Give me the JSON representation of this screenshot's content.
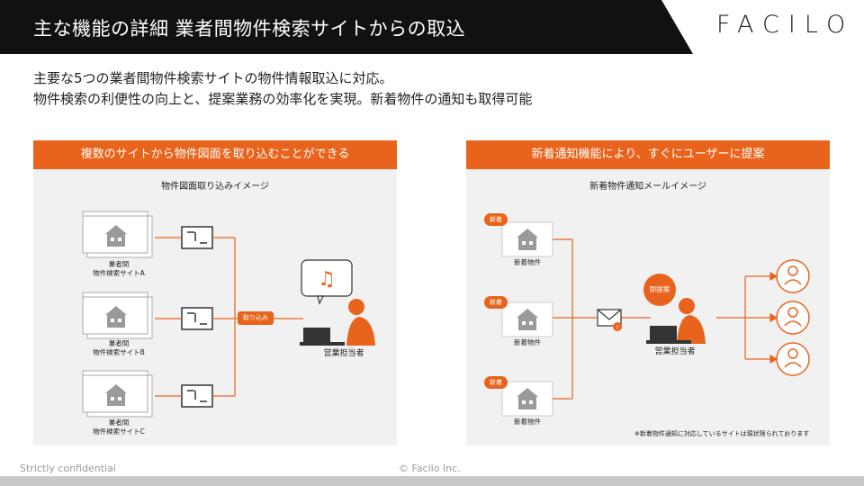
{
  "header": {
    "title": "主な機能の詳細 業者間物件検索サイトからの取込",
    "logo": "FACILO"
  },
  "lead": {
    "line1": "主要な5つの業者間物件検索サイトの物件情報取込に対応。",
    "line2": "物件検索の利便性の向上と、提案業務の効率化を実現。新着物件の通知も取得可能"
  },
  "left_panel": {
    "heading": "複数のサイトから物件図面を取り込むことができる",
    "subtitle": "物件図面取り込みイメージ",
    "sites": [
      {
        "line1": "業者間",
        "line2": "物件検索サイトA"
      },
      {
        "line1": "業者間",
        "line2": "物件検索サイトB"
      },
      {
        "line1": "業者間",
        "line2": "物件検索サイトC"
      }
    ],
    "import_label": "取り込み",
    "person_label": "営業担当者"
  },
  "right_panel": {
    "heading": "新着通知機能により、すぐにユーザーに提案",
    "subtitle": "新着物件通知メールイメージ",
    "new_tag": "新着",
    "property_label": "新着物件",
    "proposal_label": "即提案",
    "person_label": "営業担当者",
    "note": "※新着物件通知に対応しているサイトは現状限られております"
  },
  "footer": {
    "left": "Strictly confidential",
    "center": "© Facilo Inc."
  },
  "colors": {
    "accent": "#e8641c",
    "title_bar": "#111111",
    "panel_bg": "#f1f1f1"
  }
}
